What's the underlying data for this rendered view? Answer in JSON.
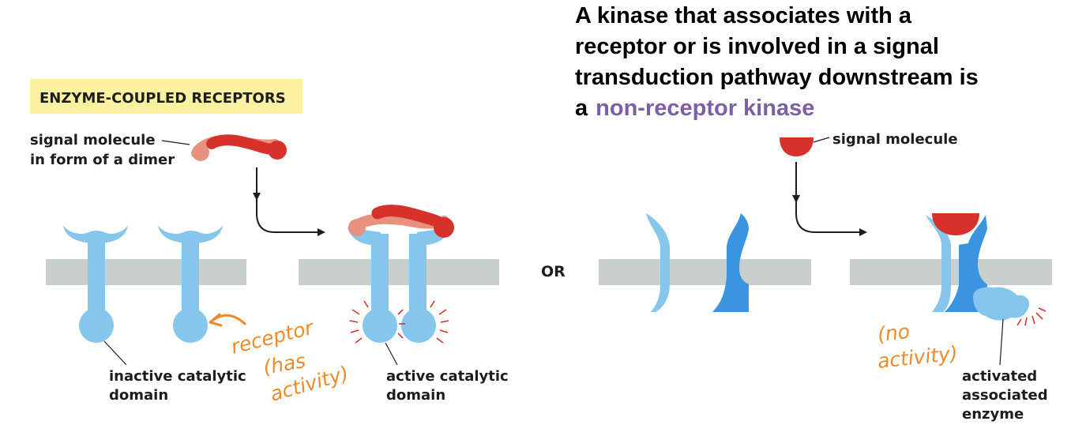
{
  "colors": {
    "receptor_light": "#86c5ec",
    "receptor_dark": "#3a94e0",
    "membrane": "#c9cfcc",
    "signal_red": "#d6312b",
    "signal_pink": "#e8917f",
    "title_highlight": "#fbf1a0",
    "accent_purple": "#7c5fa8",
    "annotation_orange": "#ee8a2c",
    "text": "#1d1d1d"
  },
  "left_panel": {
    "title": "ENZYME-COUPLED RECEPTORS",
    "signal_label_line1": "signal molecule",
    "signal_label_line2": "in form of a dimer",
    "inactive_label_line1": "inactive catalytic",
    "inactive_label_line2": "domain",
    "active_label_line1": "active catalytic",
    "active_label_line2": "domain",
    "annotation_line1": "receptor",
    "annotation_line2": "(has",
    "annotation_line3": "activity)"
  },
  "separator": "OR",
  "right_panel": {
    "heading_line1": "A kinase that associates with a",
    "heading_line2": "receptor or is involved in a signal",
    "heading_line3": "transduction pathway downstream is",
    "heading_line4_prefix": "a",
    "heading_highlight": "non-receptor kinase",
    "signal_label": "signal molecule",
    "enzyme_label_line1": "activated",
    "enzyme_label_line2": "associated",
    "enzyme_label_line3": "enzyme",
    "annotation_line1": "(no",
    "annotation_line2": "activity)"
  }
}
